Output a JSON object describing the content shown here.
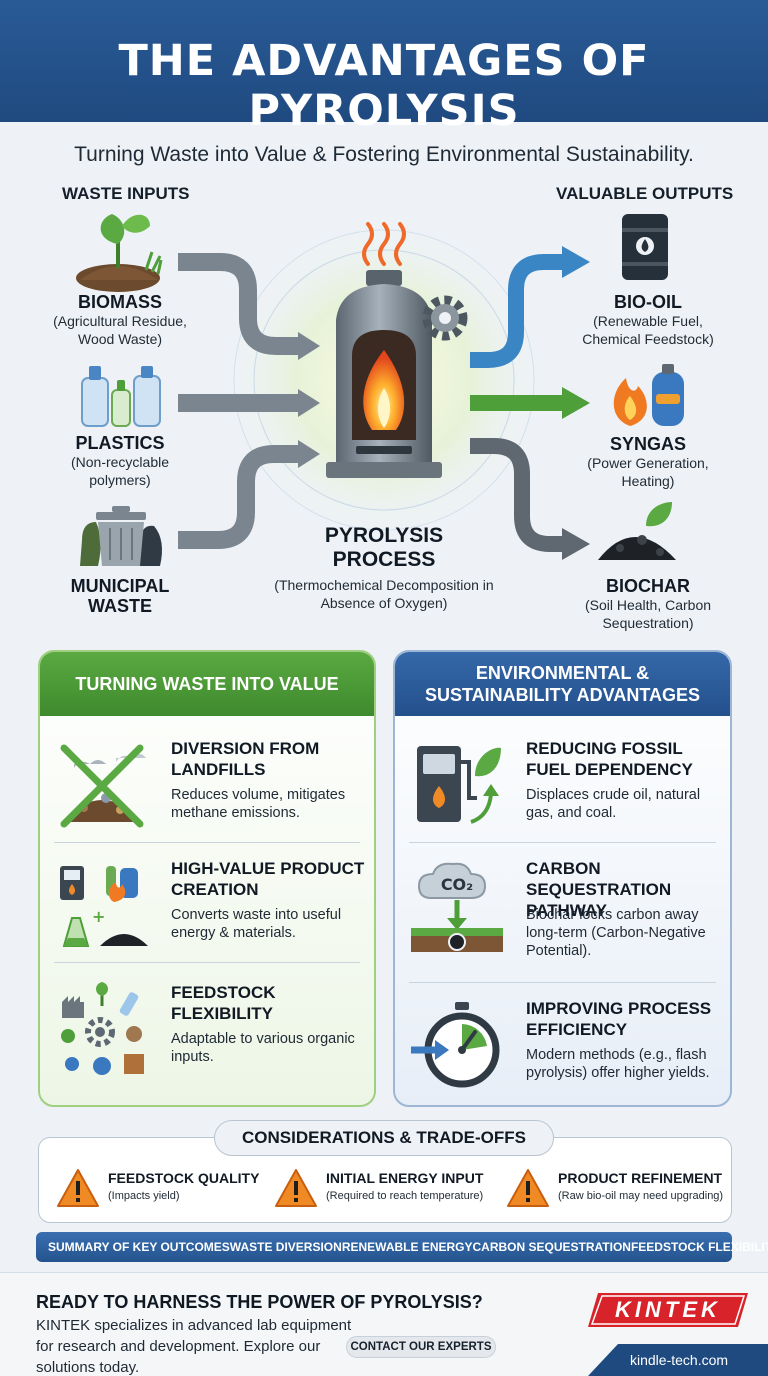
{
  "header": {
    "title": "THE ADVANTAGES OF PYROLYSIS"
  },
  "subtitle": "Turning Waste into Value & Fostering Environmental Sustainability.",
  "inputs": {
    "heading": "WASTE INPUTS",
    "items": [
      {
        "name": "BIOMASS",
        "desc": "(Agricultural Residue, Wood Waste)",
        "icon": "sprout-soil-icon"
      },
      {
        "name": "PLASTICS",
        "desc": "(Non-recyclable polymers)",
        "icon": "plastic-bottles-icon"
      },
      {
        "name": "MUNICIPAL WASTE",
        "desc": "",
        "icon": "trash-bin-icon"
      }
    ]
  },
  "process": {
    "title": "PYROLYSIS PROCESS",
    "desc": "(Thermochemical Decomposition in Absence of Oxygen)",
    "icon": "furnace-icon"
  },
  "outputs": {
    "heading": "VALUABLE OUTPUTS",
    "items": [
      {
        "name": "BIO-OIL",
        "desc": "(Renewable Fuel, Chemical Feedstock)",
        "icon": "oil-barrel-icon"
      },
      {
        "name": "SYNGAS",
        "desc": "(Power Generation, Heating)",
        "icon": "flame-gas-tank-icon"
      },
      {
        "name": "BIOCHAR",
        "desc": "(Soil Health, Carbon Sequestration)",
        "icon": "biochar-pile-icon"
      }
    ]
  },
  "value_panel": {
    "title": "TURNING WASTE INTO VALUE",
    "items": [
      {
        "title": "DIVERSION FROM LANDFILLS",
        "desc": "Reduces volume, mitigates methane emissions."
      },
      {
        "title": "HIGH-VALUE PRODUCT CREATION",
        "desc": "Converts waste into useful energy & materials."
      },
      {
        "title": "FEEDSTOCK FLEXIBILITY",
        "desc": "Adaptable to various organic inputs."
      }
    ]
  },
  "env_panel": {
    "title": "ENVIRONMENTAL & SUSTAINABILITY ADVANTAGES",
    "items": [
      {
        "title": "REDUCING FOSSIL FUEL DEPENDENCY",
        "desc": "Displaces crude oil, natural gas, and coal."
      },
      {
        "title": "CARBON SEQUESTRATION PATHWAY",
        "desc": "Biochar locks carbon away long-term (Carbon-Negative Potential)."
      },
      {
        "title": "IMPROVING PROCESS EFFICIENCY",
        "desc": "Modern methods (e.g., flash pyrolysis) offer higher yields."
      }
    ],
    "co2_label": "CO₂"
  },
  "considerations": {
    "title": "CONSIDERATIONS & TRADE-OFFS",
    "items": [
      {
        "title": "FEEDSTOCK QUALITY",
        "desc": "(Impacts yield)"
      },
      {
        "title": "INITIAL ENERGY INPUT",
        "desc": "(Required to reach temperature)"
      },
      {
        "title": "PRODUCT REFINEMENT",
        "desc": "(Raw bio-oil may need upgrading)"
      }
    ]
  },
  "summary": {
    "items": [
      "SUMMARY OF KEY OUTCOMES",
      "WASTE DIVERSION",
      "RENEWABLE ENERGY",
      "CARBON SEQUESTRATION",
      "FEEDSTOCK FLEXIBILITY"
    ]
  },
  "footer": {
    "title": "READY TO HARNESS THE POWER OF PYROLYSIS?",
    "text": "KINTEK specializes in advanced lab equipment for research and development. Explore our solutions today.",
    "cta": "CONTACT OUR EXPERTS",
    "logo": "KINTEK",
    "site": "kindle-tech.com"
  },
  "colors": {
    "banner": "#2a5a96",
    "green": "#4e9e3a",
    "blue": "#2c5d9c",
    "logo_red": "#d8232a",
    "warning": "#f08a24"
  }
}
